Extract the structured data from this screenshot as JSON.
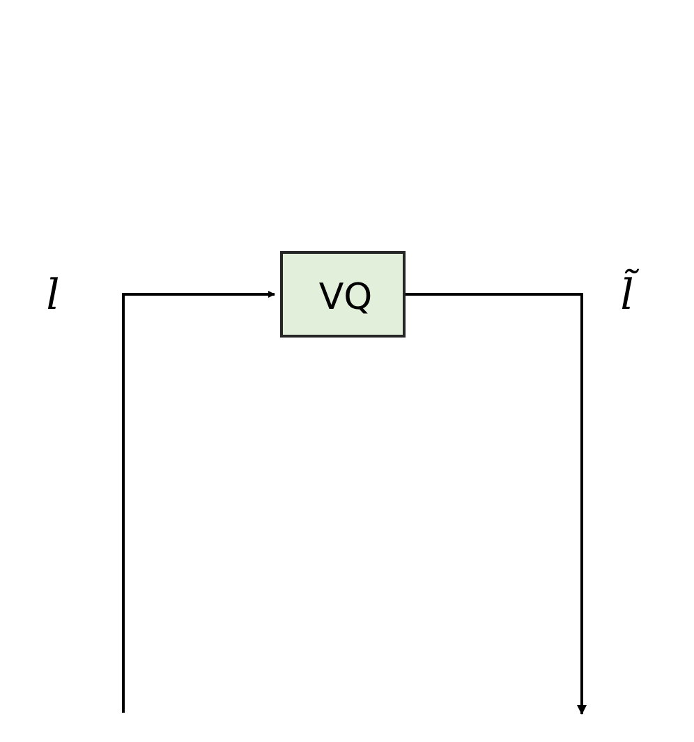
{
  "diagram": {
    "block": {
      "label": "VQ",
      "fill_color": "#e2efda",
      "border_color": "#262626"
    },
    "input_label": "l",
    "output_label": "l̃",
    "line_color": "#000000"
  }
}
